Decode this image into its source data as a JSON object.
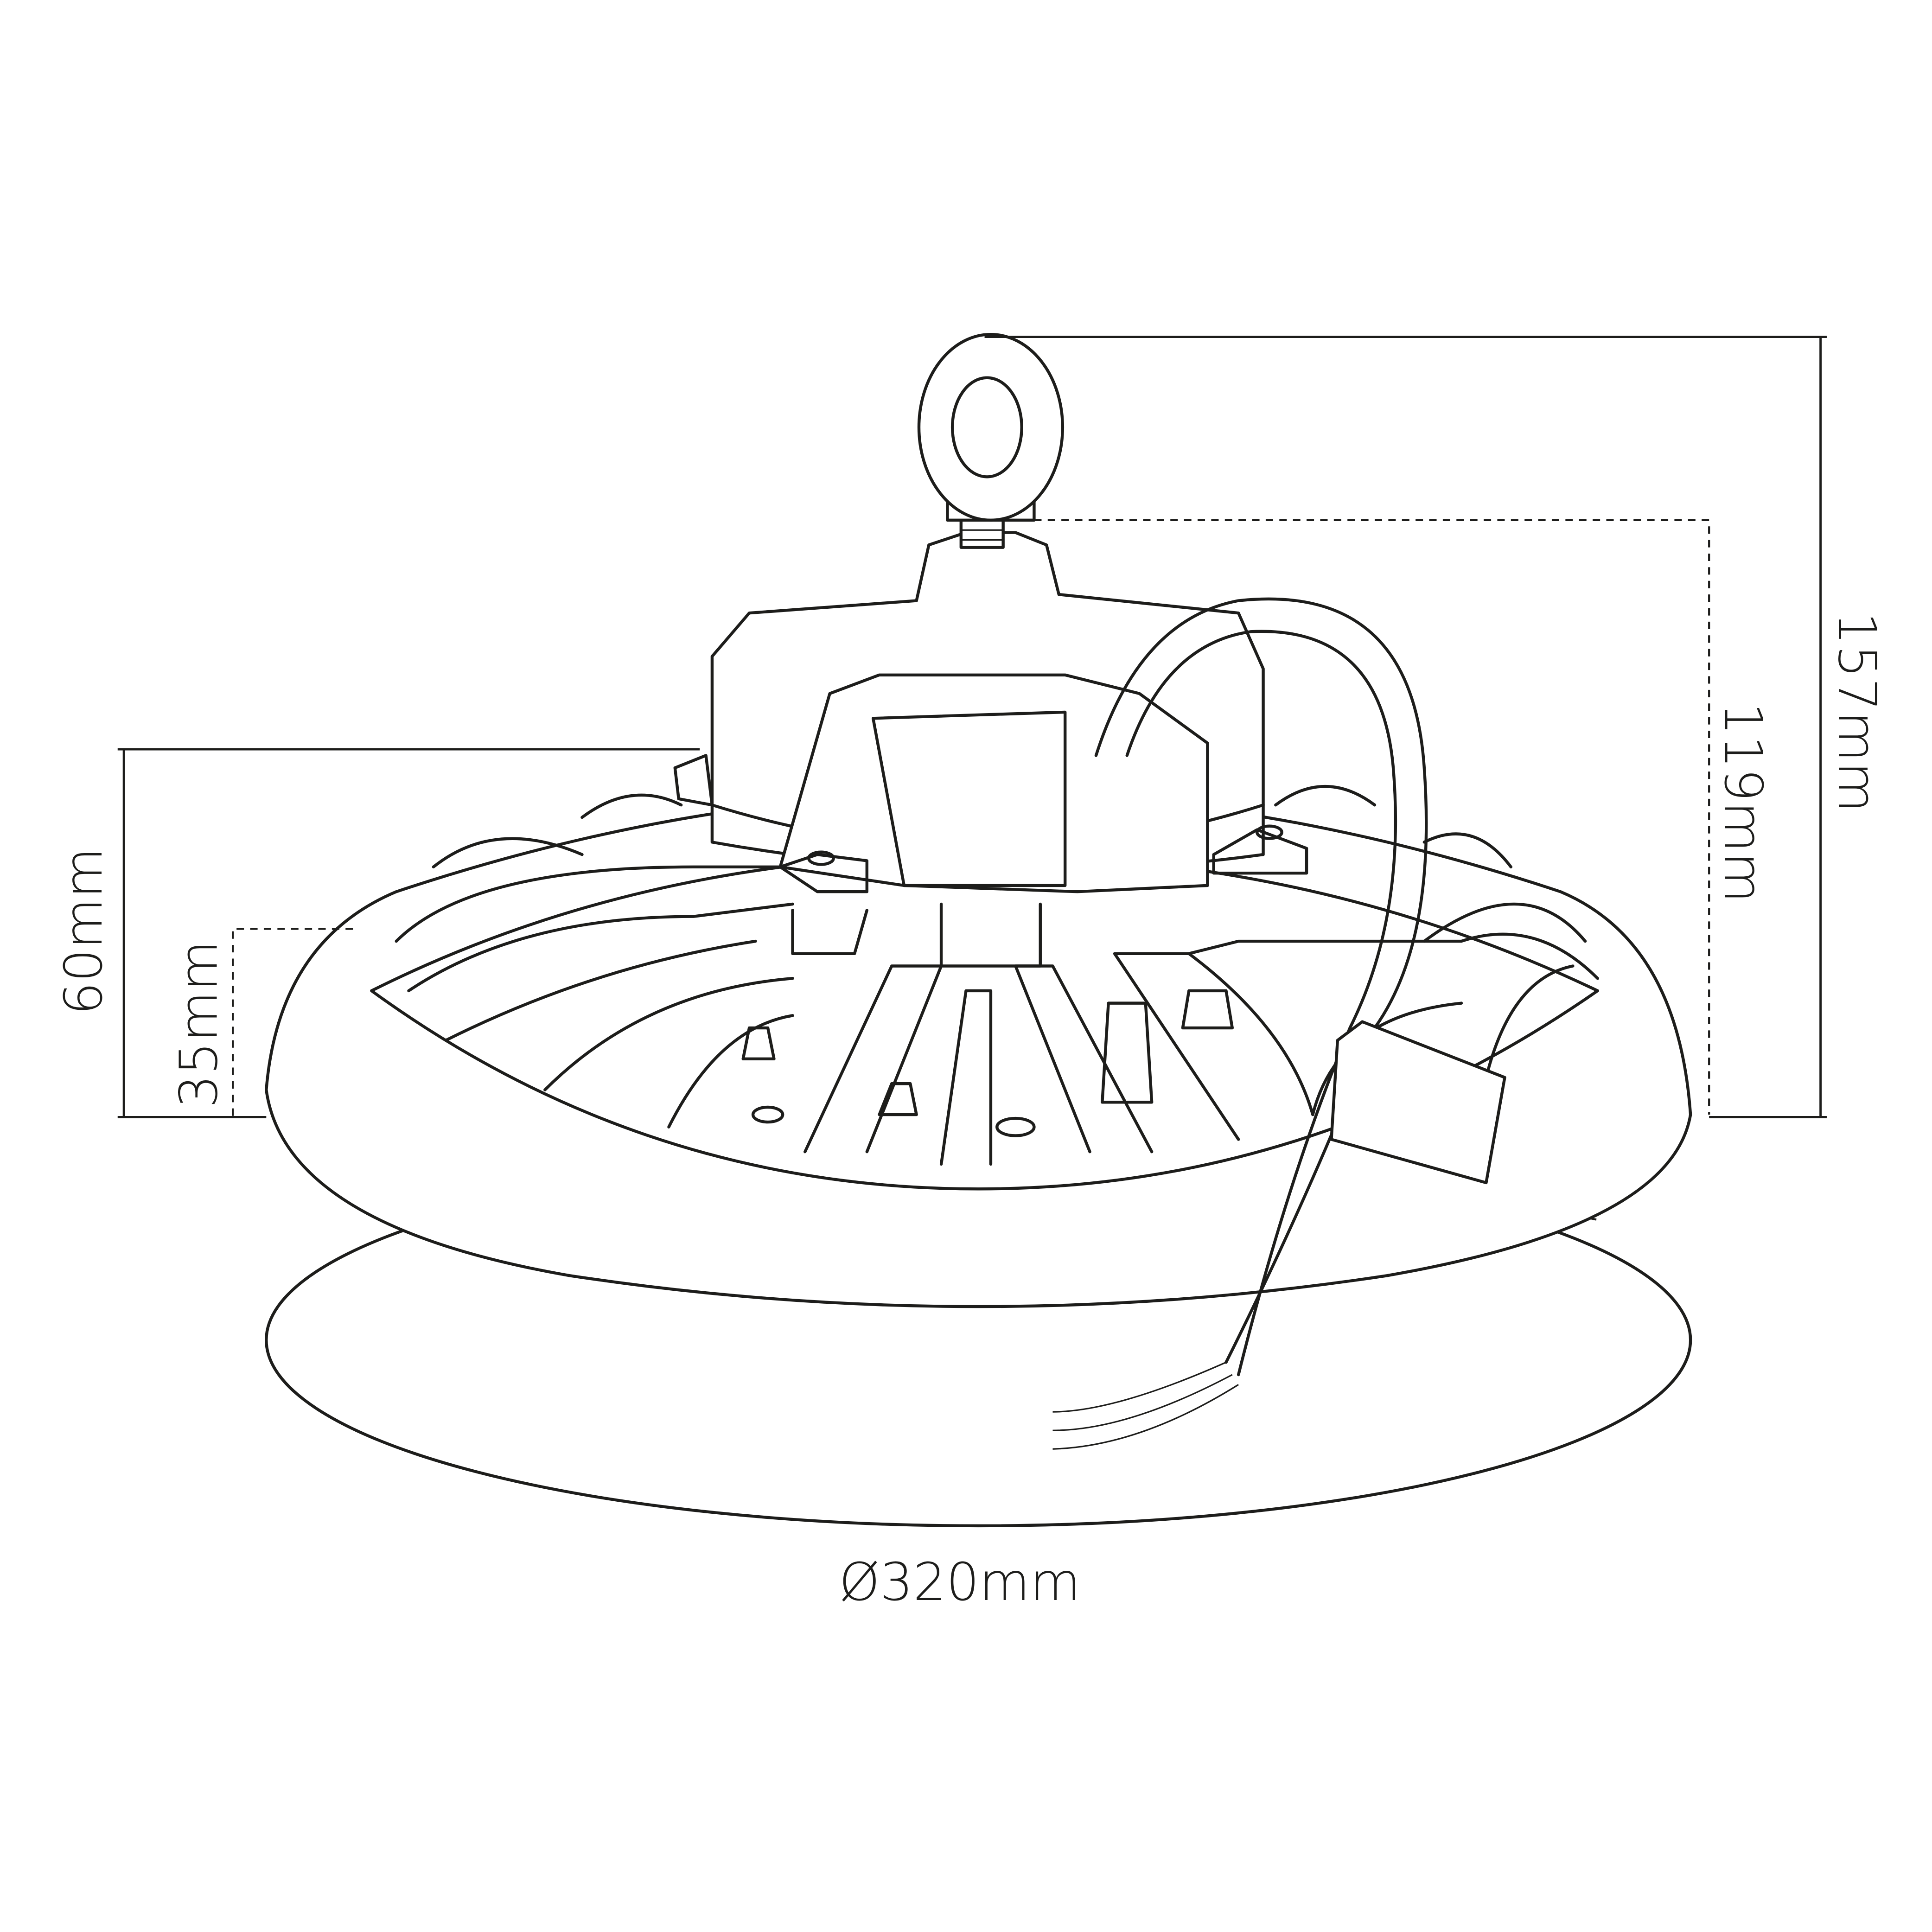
{
  "dimensions": {
    "total_height": "157mm",
    "body_height": "119mm",
    "dome_height": "60mm",
    "diffuser_height": "35mm",
    "diameter": "Ø320mm"
  },
  "colors": {
    "line": "#1d1d1b",
    "background": "#ffffff"
  }
}
